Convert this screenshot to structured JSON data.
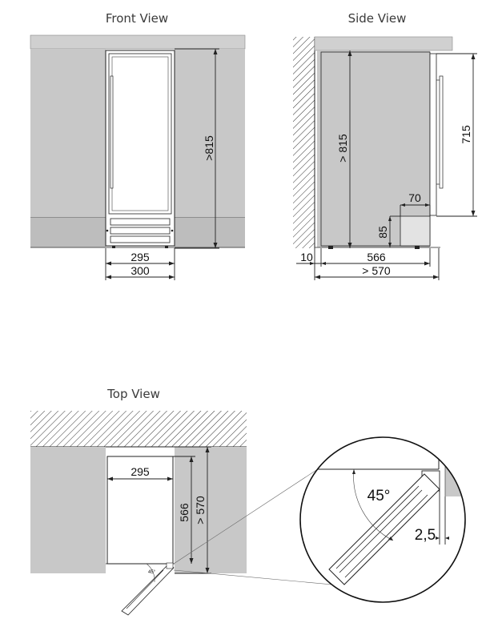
{
  "titles": {
    "front": "Front View",
    "side": "Side View",
    "top": "Top View"
  },
  "front_view": {
    "height_label": ">815",
    "inner_width_label": "295",
    "outer_width_label": "300"
  },
  "side_view": {
    "height_label": "> 815",
    "appliance_height_label": "715",
    "gap_label": "10",
    "depth_label": "566",
    "niche_depth_label": "> 570",
    "vent_width_label": "70",
    "vent_height_label": "85"
  },
  "top_view": {
    "width_label": "295",
    "depth_label": "566",
    "niche_depth_label": "> 570",
    "door_angle_small": "45°",
    "door_angle_detail": "45°",
    "hinge_offset_label": "2,5"
  },
  "colors": {
    "wall_gray": "#c8c8c8",
    "line": "#222222",
    "background": "#ffffff"
  }
}
